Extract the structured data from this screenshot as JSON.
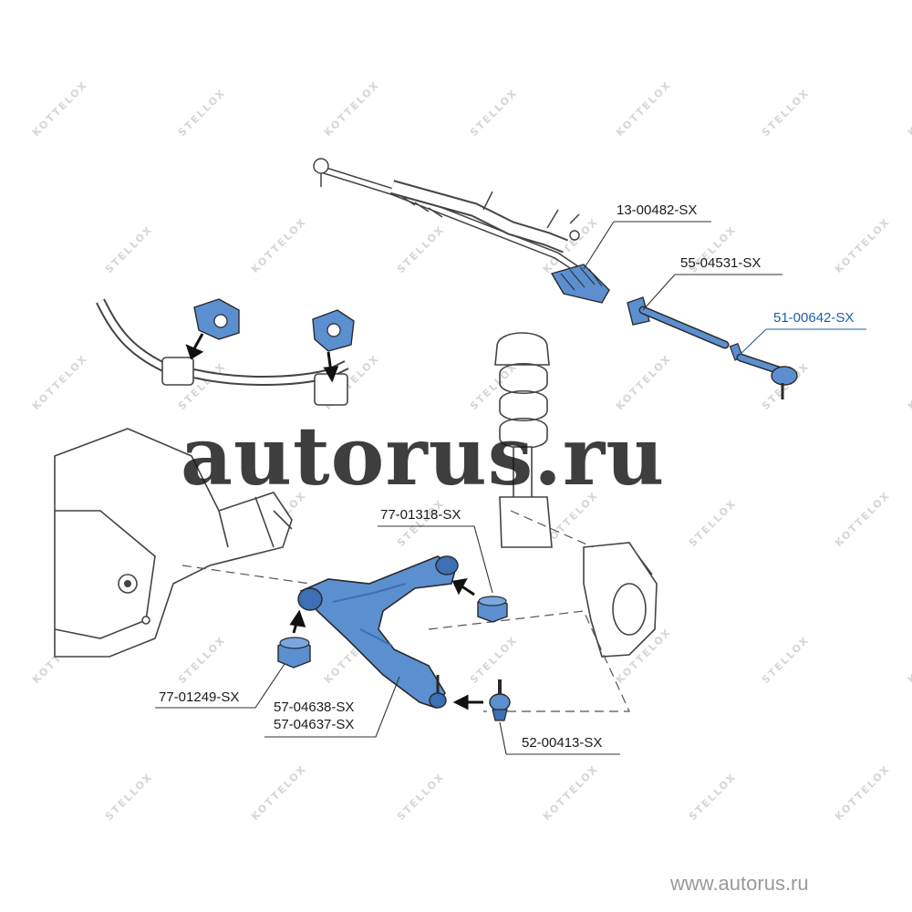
{
  "watermark": {
    "brand_text": "autorus.ru",
    "footer_url": "www.autorus.ru",
    "tile_marks": [
      "KOTTELOX",
      "STELLOX"
    ]
  },
  "callouts": [
    {
      "id": "tie-rod-end-right",
      "label": "51-00642-SX",
      "highlight": true
    },
    {
      "id": "steering-gear",
      "label": "13-00482-SX",
      "highlight": false
    },
    {
      "id": "inner-tie-rod",
      "label": "55-04531-SX",
      "highlight": false
    },
    {
      "id": "rear-bushing",
      "label": "77-01318-SX",
      "highlight": false
    },
    {
      "id": "front-bushing",
      "label": "77-01249-SX",
      "highlight": false
    },
    {
      "id": "control-arm-right",
      "label": "57-04638-SX",
      "highlight": false
    },
    {
      "id": "control-arm-left",
      "label": "57-04637-SX",
      "highlight": false
    },
    {
      "id": "ball-joint",
      "label": "52-00413-SX",
      "highlight": false
    }
  ],
  "colors": {
    "part_fill": "#5b8fd0",
    "part_shade": "#3c6fb4",
    "outline": "#2a2a2a",
    "label_highlight": "#1f5fa8",
    "tile_mark": "#d6d6d6"
  }
}
